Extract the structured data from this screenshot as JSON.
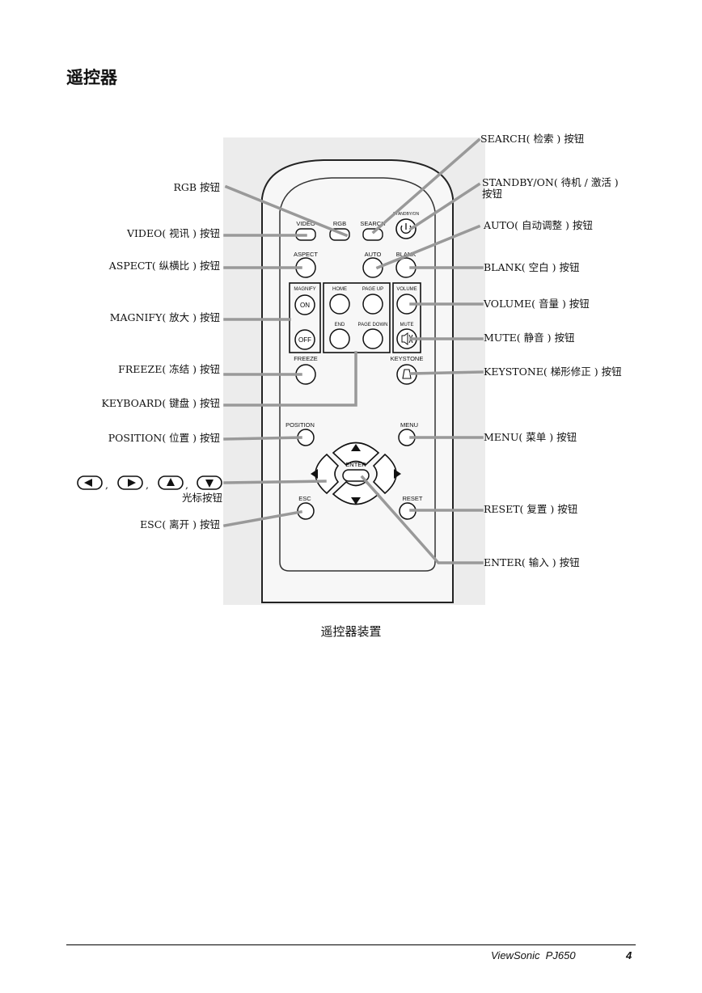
{
  "page": {
    "title": "遥控器",
    "caption": "遥控器装置",
    "footer": {
      "brand": "ViewSonic  PJ650",
      "page_number": "4"
    }
  },
  "remote_buttons": {
    "video": "VIDEO",
    "rgb": "RGB",
    "search": "SEARCH",
    "standby": "STANDBY/ON",
    "aspect": "ASPECT",
    "auto": "AUTO",
    "blank": "BLANK",
    "magnify": "MAGNIFY",
    "on": "ON",
    "off": "OFF",
    "home": "HOME",
    "page_up": "PAGE UP",
    "end": "END",
    "page_down": "PAGE DOWN",
    "volume": "VOLUME",
    "mute": "MUTE",
    "freeze": "FREEZE",
    "keystone": "KEYSTONE",
    "position": "POSITION",
    "menu": "MENU",
    "enter": "ENTER",
    "esc": "ESC",
    "reset": "RESET"
  },
  "callouts_left": {
    "rgb": "RGB 按钮",
    "video": "VIDEO( 视讯 ) 按钮",
    "aspect": "ASPECT( 纵横比 ) 按钮",
    "magnify": "MAGNIFY( 放大 ) 按钮",
    "freeze": "FREEZE( 冻结 ) 按钮",
    "keyboard": "KEYBOARD( 键盘 ) 按钮",
    "position": "POSITION( 位置 ) 按钮",
    "cursor": "光标按钮",
    "esc": "ESC( 离开 ) 按钮"
  },
  "callouts_right": {
    "search": "SEARCH( 检索 ) 按钮",
    "standby_line1": "STANDBY/ON( 待机 / 激活 )",
    "standby_line2": "按钮",
    "auto": "AUTO( 自动调整 ) 按钮",
    "blank": "BLANK( 空白 ) 按钮",
    "volume": "VOLUME( 音量 ) 按钮",
    "mute": "MUTE( 静音 ) 按钮",
    "keystone": "KEYSTONE( 梯形修正 ) 按钮",
    "menu": "MENU( 菜单 ) 按钮",
    "reset": "RESET( 复置 ) 按钮",
    "enter": "ENTER( 输入 ) 按钮"
  },
  "cursor_separator": ","
}
